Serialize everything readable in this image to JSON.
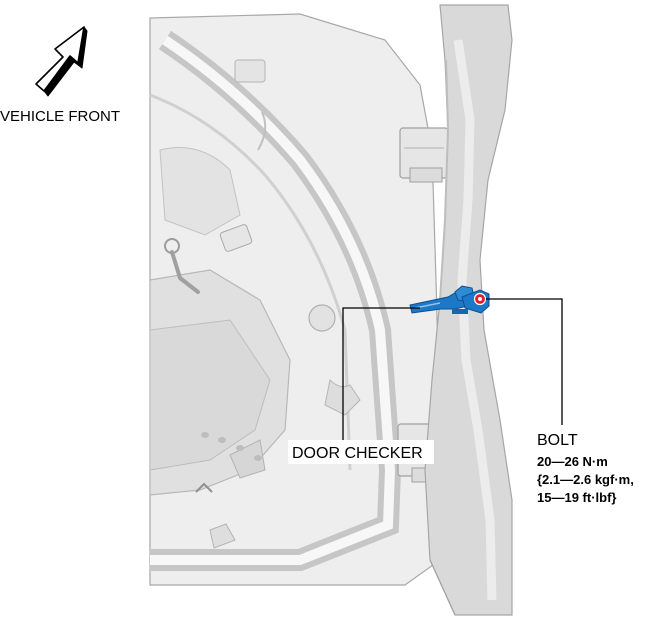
{
  "labels": {
    "vehicle_front": "VEHICLE FRONT",
    "door_checker": "DOOR CHECKER",
    "bolt": "BOLT",
    "torque_nm": "20—26 N·m",
    "torque_kgf": "{2.1—2.6 kgf·m,",
    "torque_ftlbf": "15—19 ft·lbf}"
  },
  "colors": {
    "part_highlight": "#1e78c8",
    "bolt_marker": "#e0202a",
    "body_fill": "#e9e9e9",
    "body_shade": "#d2d2d2",
    "outline": "#9a9a9a"
  },
  "icons": {
    "direction_arrow": "arrow-up-right-icon"
  }
}
